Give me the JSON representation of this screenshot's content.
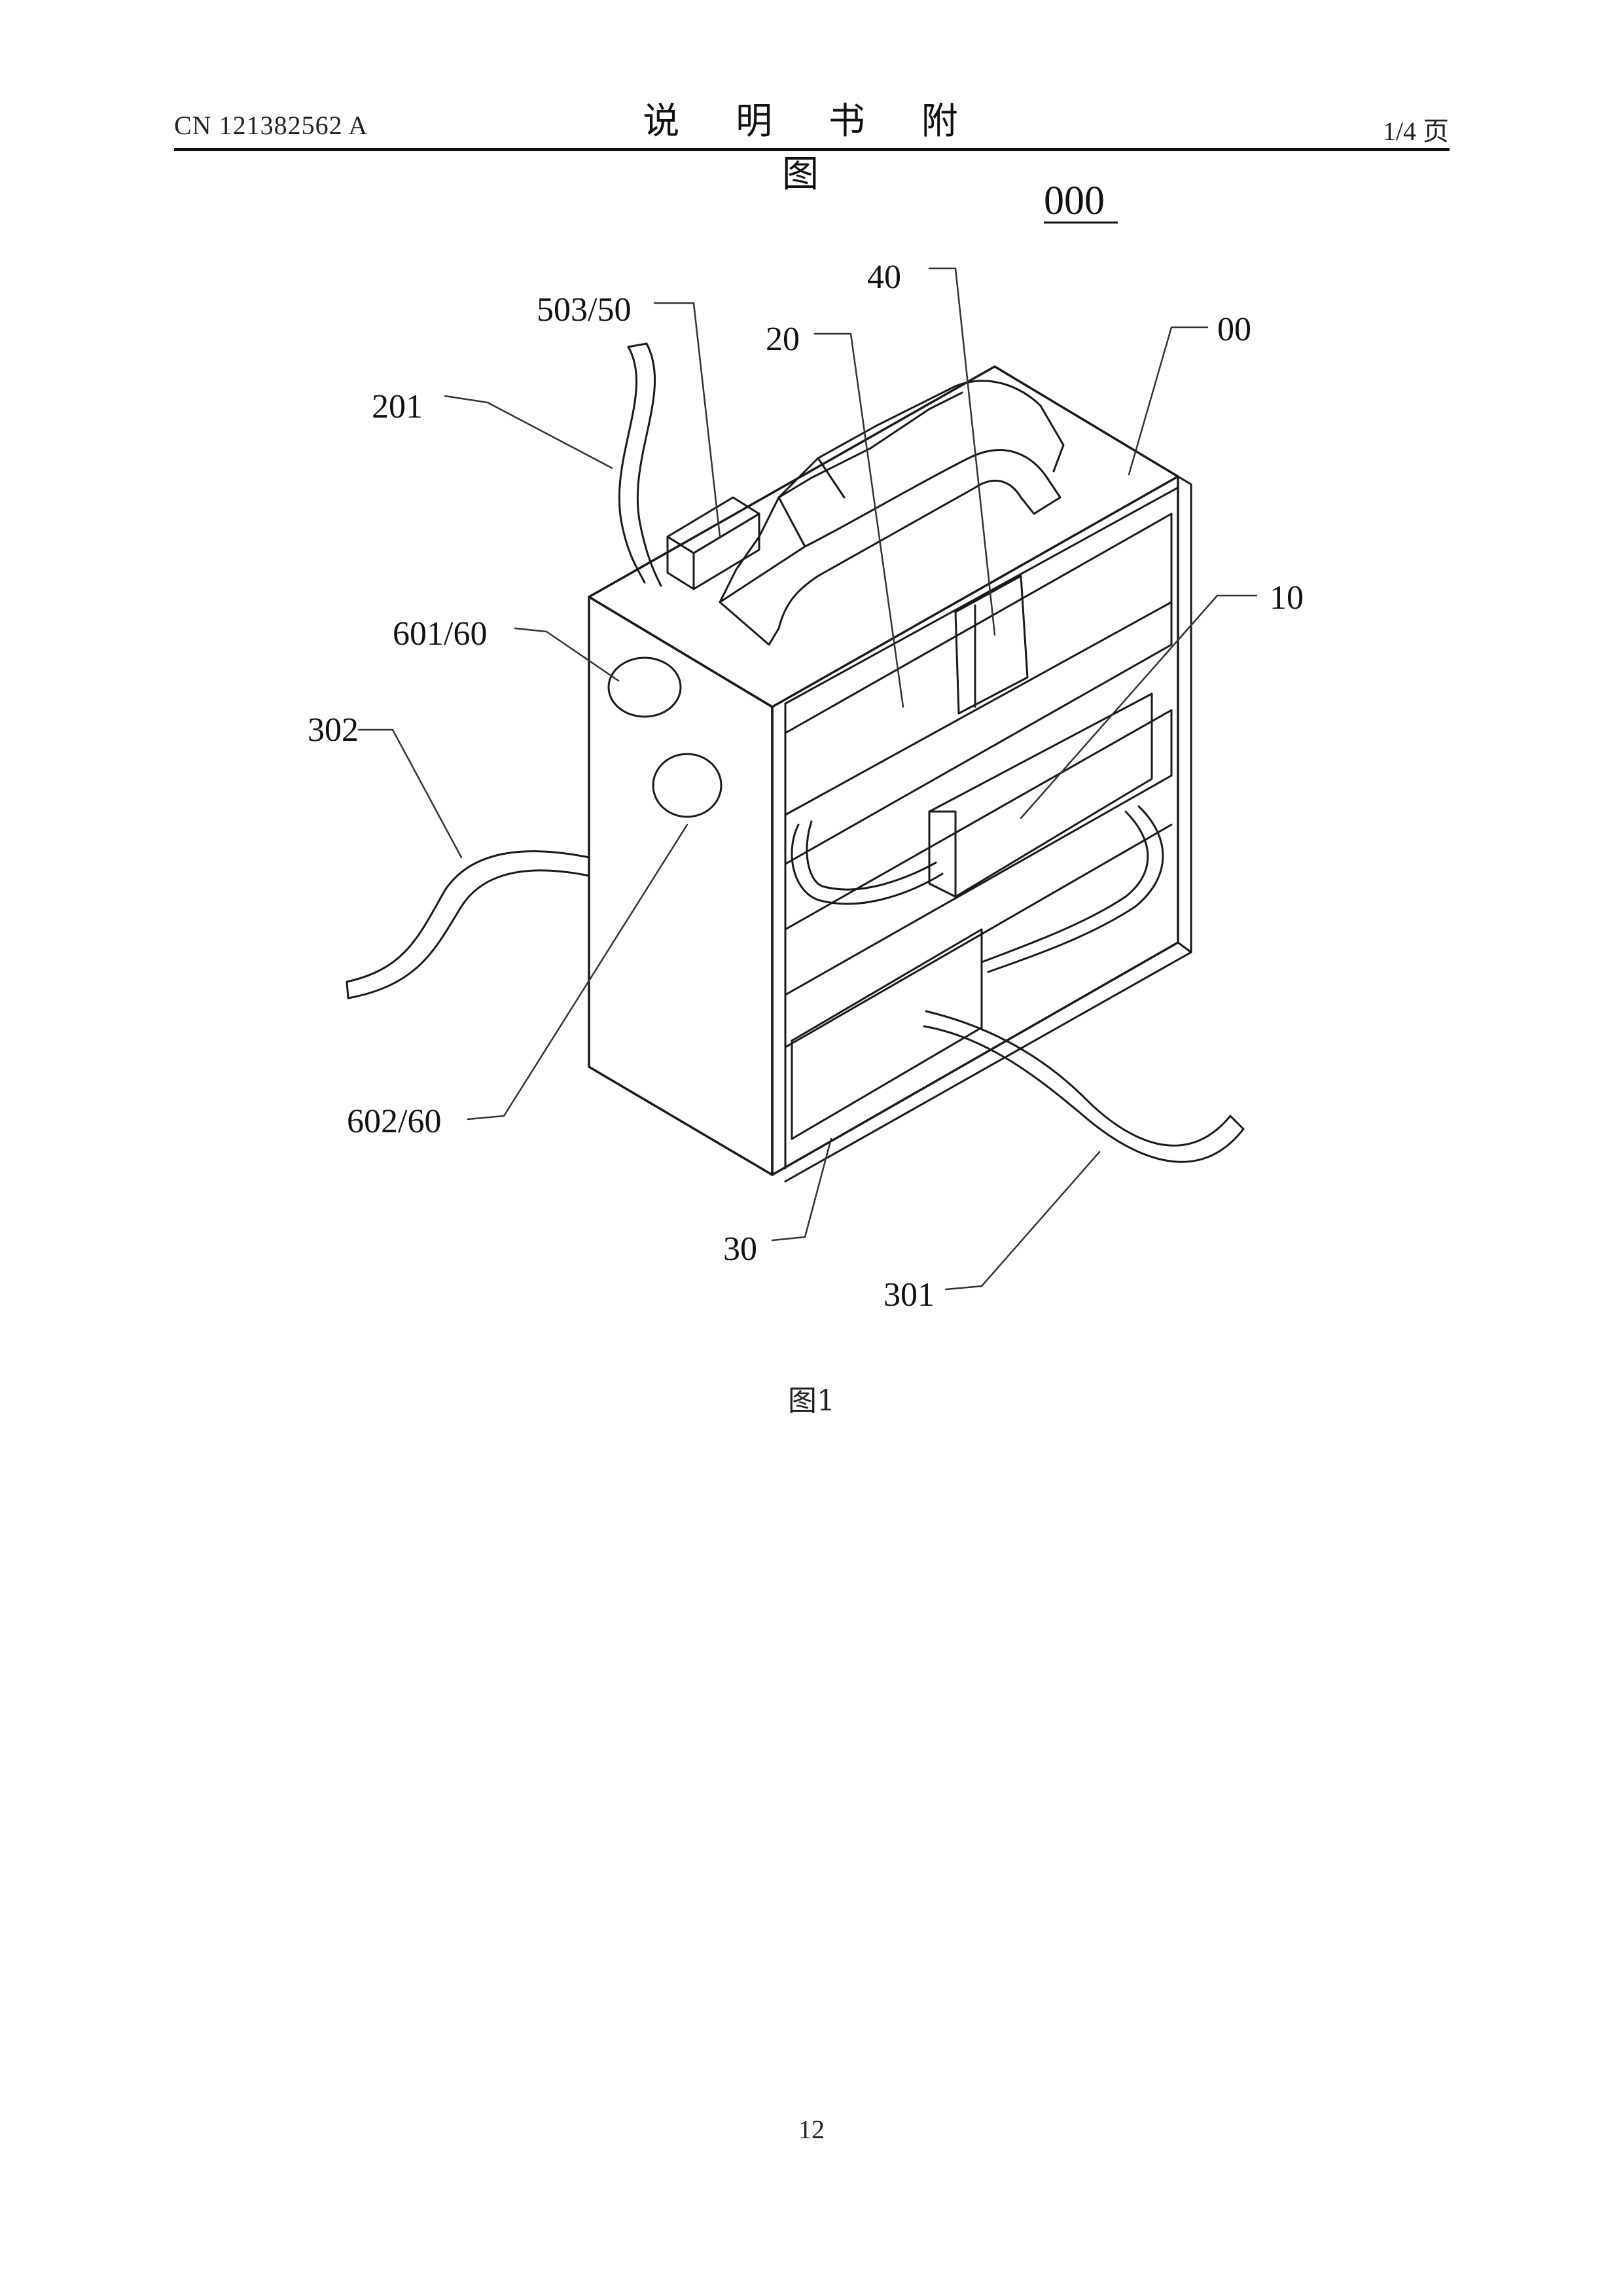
{
  "header": {
    "patent_number": "CN 121382562 A",
    "title": "说 明 书 附 图",
    "page_indicator": "1/4 页"
  },
  "figure": {
    "assembly_ref": "000",
    "labels": {
      "l00": "00",
      "l10": "10",
      "l20": "20",
      "l30": "30",
      "l40": "40",
      "l201": "201",
      "l301": "301",
      "l302": "302",
      "l503": "503/50",
      "l601": "601/60",
      "l602": "602/60"
    },
    "caption": "图1"
  },
  "footer": {
    "page_number": "12"
  }
}
